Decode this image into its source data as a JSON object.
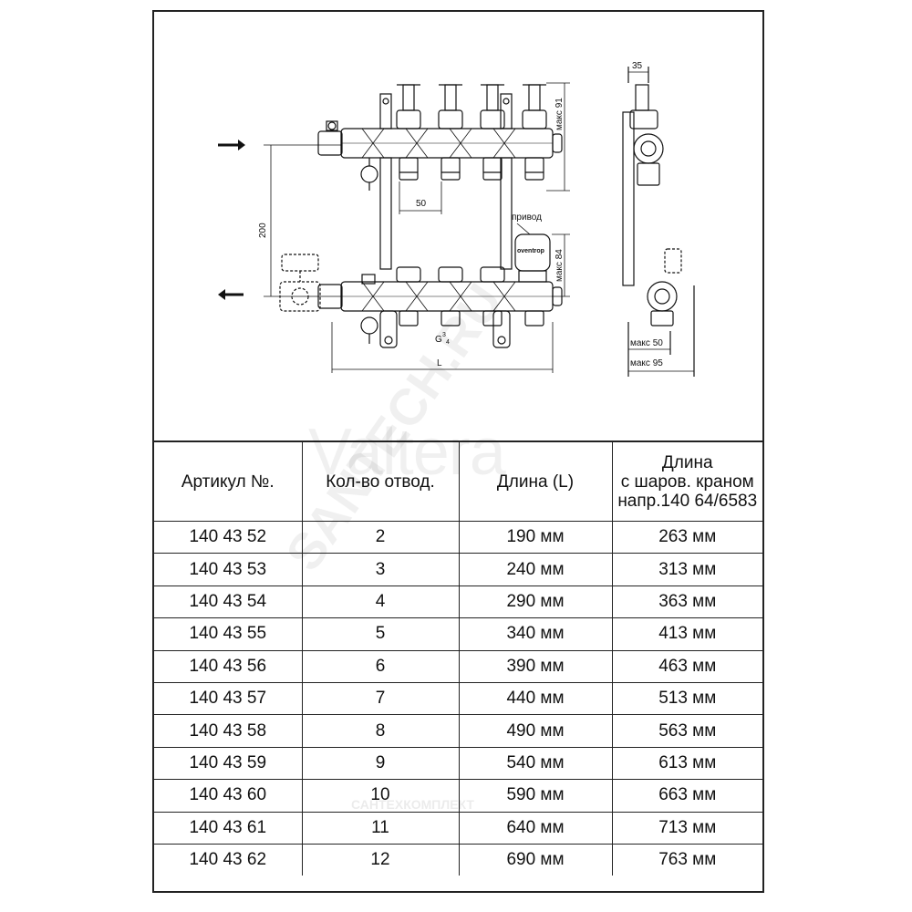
{
  "drawing": {
    "labels": {
      "max91": "макс 91",
      "max84": "макс 84",
      "dim200": "200",
      "dim50": "50",
      "dim35": "35",
      "actuator": "привод",
      "brand": "oventrop",
      "thread_main": "G",
      "thread_sup": "3",
      "thread_sub": "4",
      "length": "L",
      "max50": "макс 50",
      "max95": "макс 95"
    },
    "icons": [
      "arrow-right-icon",
      "arrow-left-icon"
    ]
  },
  "watermarks": {
    "valtera": "Valtera",
    "santech": "SANTECH.RU",
    "small": "САНТЕХКОМПЛЕКТ"
  },
  "table": {
    "headers": {
      "article": "Артикул №.",
      "outlets": "Кол-во отвод.",
      "length": "Длина (L)",
      "length_valve_1": "Длина",
      "length_valve_2": "с шаров. краном",
      "length_valve_3": "напр.140 64/6583"
    },
    "rows": [
      {
        "article": "140 43 52",
        "outlets": "2",
        "length": "190 мм",
        "length_valve": "263 мм"
      },
      {
        "article": "140 43 53",
        "outlets": "3",
        "length": "240 мм",
        "length_valve": "313 мм"
      },
      {
        "article": "140 43 54",
        "outlets": "4",
        "length": "290 мм",
        "length_valve": "363 мм"
      },
      {
        "article": "140 43 55",
        "outlets": "5",
        "length": "340 мм",
        "length_valve": "413 мм"
      },
      {
        "article": "140 43 56",
        "outlets": "6",
        "length": "390 мм",
        "length_valve": "463 мм"
      },
      {
        "article": "140 43 57",
        "outlets": "7",
        "length": "440 мм",
        "length_valve": "513 мм"
      },
      {
        "article": "140 43 58",
        "outlets": "8",
        "length": "490 мм",
        "length_valve": "563 мм"
      },
      {
        "article": "140 43 59",
        "outlets": "9",
        "length": "540 мм",
        "length_valve": "613 мм"
      },
      {
        "article": "140 43 60",
        "outlets": "10",
        "length": "590 мм",
        "length_valve": "663 мм"
      },
      {
        "article": "140 43 61",
        "outlets": "11",
        "length": "640 мм",
        "length_valve": "713 мм"
      },
      {
        "article": "140 43 62",
        "outlets": "12",
        "length": "690 мм",
        "length_valve": "763 мм"
      }
    ]
  }
}
